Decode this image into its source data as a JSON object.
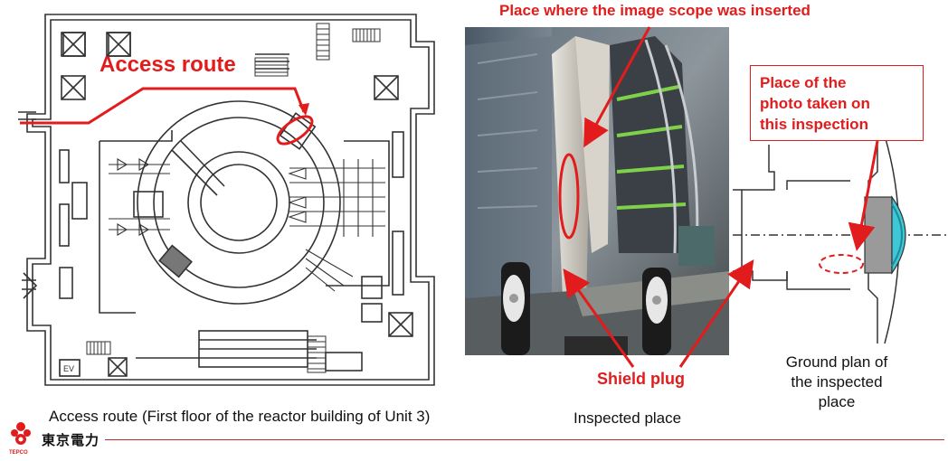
{
  "labels": {
    "access_route_title": "Access route",
    "photo_top": "Place where the image scope was inserted",
    "callout": [
      "Place of the",
      "photo taken on",
      "this inspection"
    ],
    "shield_plug": "Shield plug",
    "caption_floor": "Access route (First floor of the reactor building of Unit 3)",
    "caption_photo": "Inspected place",
    "caption_ground": [
      "Ground plan of",
      "the inspected",
      "place"
    ],
    "ev_label": "EV"
  },
  "footer": {
    "company": "東京電力",
    "logo_text": "TEPCO"
  },
  "colors": {
    "accent_red": "#e21c1c",
    "plan_line": "#333333",
    "shield_cyan": "#3ec7d6",
    "plug_gray": "#9a9a9a"
  }
}
